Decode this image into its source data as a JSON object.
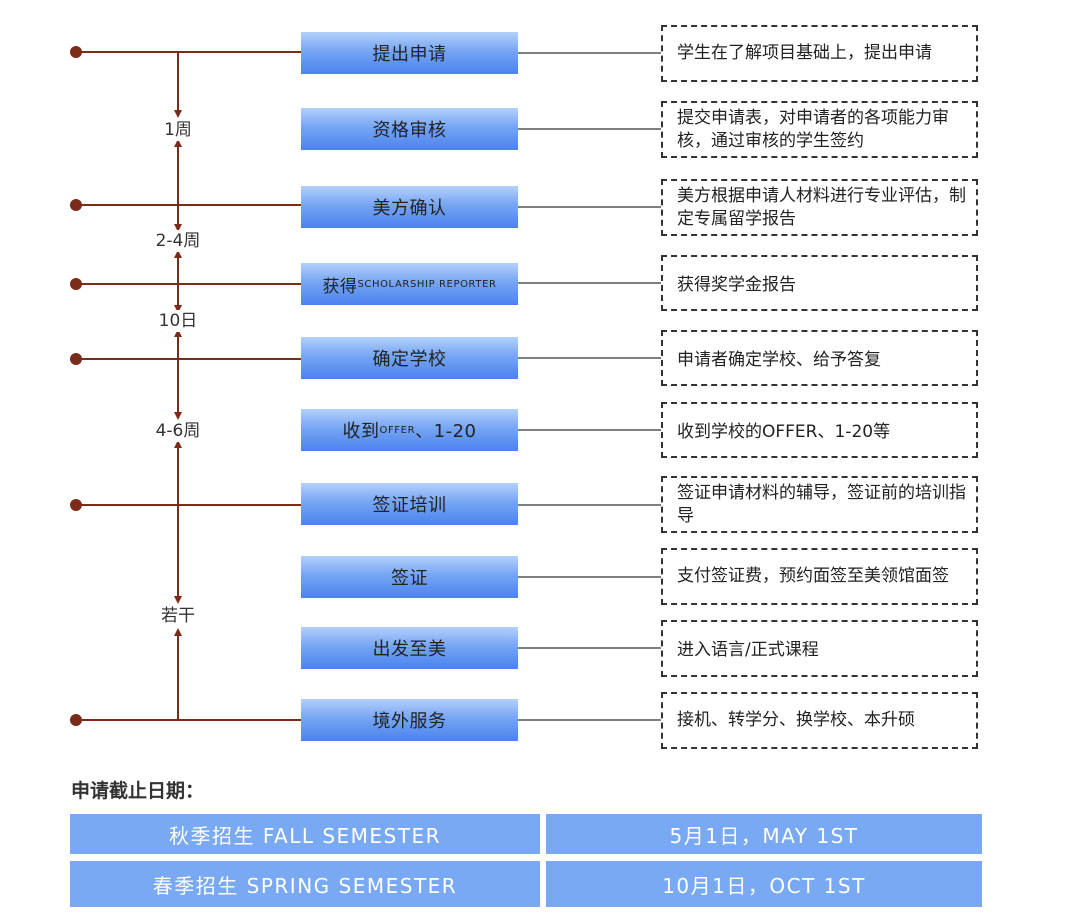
{
  "steps": [
    {
      "label": "提出申请",
      "desc": "学生在了解项目基础上，提出申请"
    },
    {
      "label": "资格审核",
      "desc": "提交申请表，对申请者的各项能力审核，通过审核的学生签约"
    },
    {
      "label": "美方确认",
      "desc": "美方根据申请人材料进行专业评估，制定专属留学报告"
    },
    {
      "label_main": "获得",
      "label_small": "SCHOLARSHIP REPORTER",
      "desc": "获得奖学金报告"
    },
    {
      "label": "确定学校",
      "desc": "申请者确定学校、给予答复"
    },
    {
      "label_pre": "收到",
      "label_small": "OFFER",
      "label_post": "、1-20",
      "desc": "收到学校的OFFER、1-20等"
    },
    {
      "label": "签证培训",
      "desc": "签证申请材料的辅导，签证前的培训指导"
    },
    {
      "label": "签证",
      "desc": "支付签证费，预约面签至美领馆面签"
    },
    {
      "label": "出发至美",
      "desc": "进入语言/正式课程"
    },
    {
      "label": "境外服务",
      "desc": "接机、转学分、换学校、本升硕"
    }
  ],
  "durations": [
    "1周",
    "2-4周",
    "10日",
    "4-6周",
    "若干"
  ],
  "deadline": {
    "title": "申请截止日期：",
    "rows": [
      {
        "term": "秋季招生 FALL  SEMESTER",
        "date": "5月1日，MAY  1ST"
      },
      {
        "term": "春季招生 SPRING SEMESTER",
        "date": "10月1日，OCT  1ST"
      }
    ]
  },
  "colors": {
    "timeline": "#7b2b1a",
    "box_gradient_top": "#b4d0fb",
    "box_gradient_bottom": "#4b82ef",
    "table_fill": "#7aa9f3"
  }
}
